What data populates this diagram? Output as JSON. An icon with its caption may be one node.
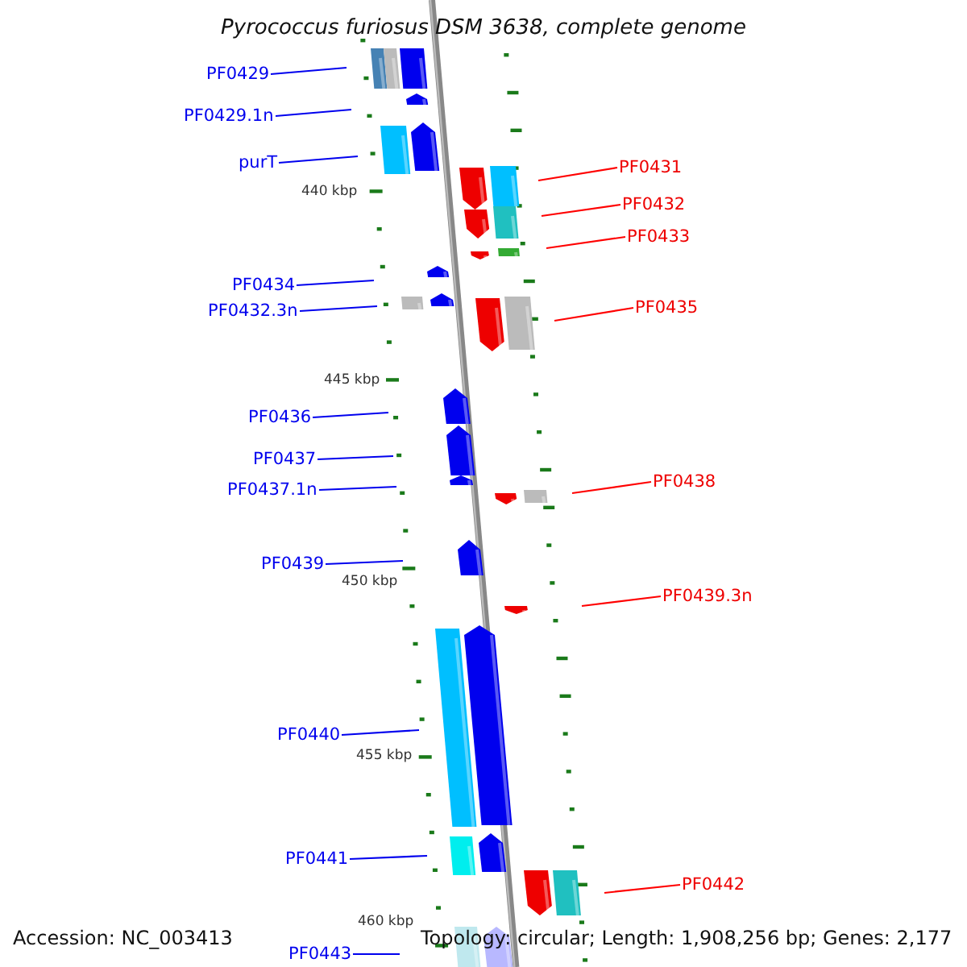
{
  "diagram": {
    "title": "Pyrococcus furiosus DSM 3638, complete genome",
    "nodes": [
      {
        "text": [
          "PF0429"
        ]
      },
      {
        "text": [
          "PF0429.1n"
        ]
      },
      {
        "text": [
          "purT"
        ]
      },
      {
        "text": [
          "PF0431"
        ]
      },
      {
        "text": [
          "PF0432"
        ]
      },
      {
        "text": [
          "PF0433"
        ]
      },
      {
        "text": [
          "PF0434"
        ]
      },
      {
        "text": [
          "PF0432.3n"
        ]
      },
      {
        "text": [
          "PF0435"
        ]
      },
      {
        "text": [
          "PF0436"
        ]
      },
      {
        "text": [
          "PF0437"
        ]
      },
      {
        "text": [
          "PF0437.1n"
        ]
      },
      {
        "text": [
          "PF0438"
        ]
      },
      {
        "text": [
          "PF0439"
        ]
      },
      {
        "text": [
          "PF0439.3n"
        ]
      },
      {
        "text": [
          "PF0440"
        ]
      },
      {
        "text": [
          "PF0441"
        ]
      },
      {
        "text": [
          "PF0442"
        ]
      },
      {
        "text": [
          "PF0443"
        ]
      }
    ],
    "edges": [
      {
        "from": 0,
        "to": null,
        "arrow": "none"
      },
      {
        "from": 1,
        "to": null,
        "arrow": "none"
      },
      {
        "from": 2,
        "to": null,
        "arrow": "none"
      },
      {
        "from": 3,
        "to": null,
        "arrow": "none",
        "color": "#ff0000"
      },
      {
        "from": 4,
        "to": null,
        "arrow": "none",
        "color": "#ff0000"
      },
      {
        "from": 5,
        "to": null,
        "arrow": "none",
        "color": "#ff0000"
      },
      {
        "from": 6,
        "to": null,
        "arrow": "none"
      },
      {
        "from": 7,
        "to": null,
        "arrow": "none"
      },
      {
        "from": 8,
        "to": null,
        "arrow": "none",
        "color": "#ff0000"
      },
      {
        "from": 9,
        "to": null,
        "arrow": "none"
      },
      {
        "from": 10,
        "to": null,
        "arrow": "none"
      },
      {
        "from": 11,
        "to": null,
        "arrow": "none"
      },
      {
        "from": 12,
        "to": null,
        "arrow": "none",
        "color": "#ff0000"
      },
      {
        "from": 13,
        "to": null,
        "arrow": "none"
      },
      {
        "from": 14,
        "to": null,
        "arrow": "none",
        "color": "#ff0000"
      },
      {
        "from": 15,
        "to": null,
        "arrow": "none"
      },
      {
        "from": 16,
        "to": null,
        "arrow": "none"
      },
      {
        "from": 17,
        "to": null,
        "arrow": "none",
        "color": "#ff0000"
      },
      {
        "from": 18,
        "to": null,
        "arrow": "none"
      }
    ],
    "labels": [
      "440 kbp",
      "445 kbp",
      "450 kbp",
      "455 kbp",
      "460 kbp",
      "Accession: NC_003413",
      "Topology: circular; Length: 1,908,256 bp; Genes: 2,177"
    ]
  }
}
